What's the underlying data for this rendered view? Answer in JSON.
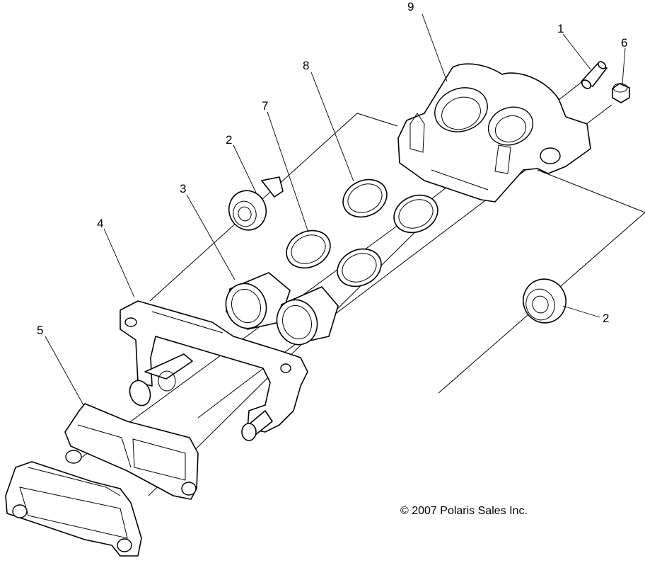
{
  "callouts": [
    {
      "id": "c1",
      "label": "1"
    },
    {
      "id": "c2a",
      "label": "2"
    },
    {
      "id": "c2b",
      "label": "2"
    },
    {
      "id": "c3",
      "label": "3"
    },
    {
      "id": "c4",
      "label": "4"
    },
    {
      "id": "c5",
      "label": "5"
    },
    {
      "id": "c6",
      "label": "6"
    },
    {
      "id": "c7",
      "label": "7"
    },
    {
      "id": "c8",
      "label": "8"
    },
    {
      "id": "c9",
      "label": "9"
    }
  ],
  "copyright": "© 2007 Polaris Sales Inc."
}
